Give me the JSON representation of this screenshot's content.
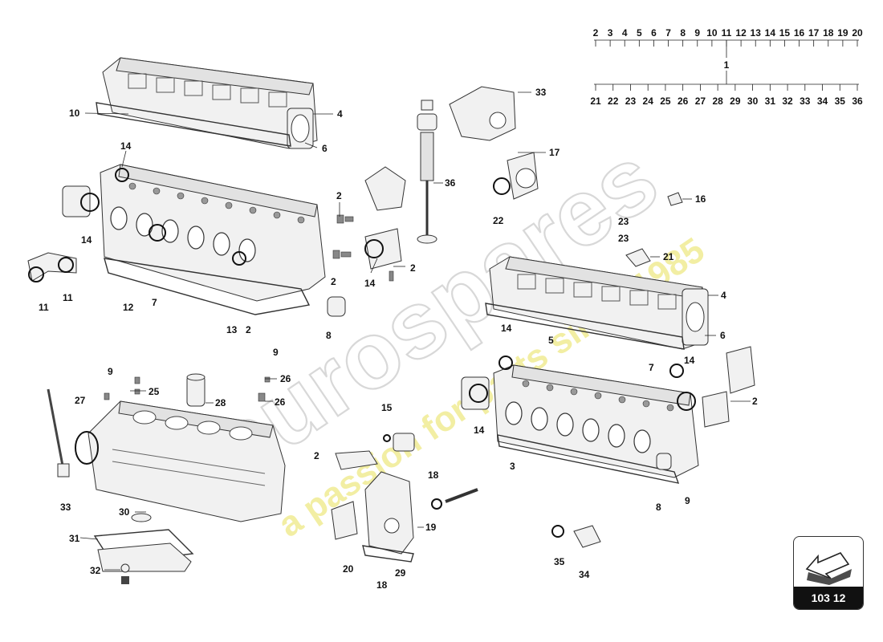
{
  "watermark": {
    "brand": "eurospares",
    "tagline": "a passion for parts since 1985"
  },
  "ruler": {
    "top_numbers": [
      "2",
      "3",
      "4",
      "5",
      "6",
      "7",
      "8",
      "9",
      "10",
      "11",
      "12",
      "13",
      "14",
      "15",
      "16",
      "17",
      "18",
      "19",
      "20"
    ],
    "center_number": "1",
    "bottom_numbers": [
      "21",
      "22",
      "23",
      "24",
      "25",
      "26",
      "27",
      "28",
      "29",
      "30",
      "31",
      "32",
      "33",
      "34",
      "35",
      "36"
    ]
  },
  "nav": {
    "code": "103 12",
    "icon": "back-arrow-icon"
  },
  "callouts": [
    {
      "id": "c-10a",
      "text": "10"
    },
    {
      "id": "c-4a",
      "text": "4"
    },
    {
      "id": "c-6a",
      "text": "6"
    },
    {
      "id": "c-14a",
      "text": "14"
    },
    {
      "id": "c-14b",
      "text": "14"
    },
    {
      "id": "c-11a",
      "text": "11"
    },
    {
      "id": "c-11b",
      "text": "11"
    },
    {
      "id": "c-12a",
      "text": "12"
    },
    {
      "id": "c-7a",
      "text": "7"
    },
    {
      "id": "c-13a",
      "text": "13"
    },
    {
      "id": "c-2a",
      "text": "2"
    },
    {
      "id": "c-9a",
      "text": "9"
    },
    {
      "id": "c-8a",
      "text": "8"
    },
    {
      "id": "c-2b",
      "text": "2"
    },
    {
      "id": "c-2c",
      "text": "2"
    },
    {
      "id": "c-14c",
      "text": "14"
    },
    {
      "id": "c-2d",
      "text": "2"
    },
    {
      "id": "c-36a",
      "text": "36"
    },
    {
      "id": "c-33a",
      "text": "33"
    },
    {
      "id": "c-17a",
      "text": "17"
    },
    {
      "id": "c-22a",
      "text": "22"
    },
    {
      "id": "c-16a",
      "text": "16"
    },
    {
      "id": "c-23a",
      "text": "23"
    },
    {
      "id": "c-23b",
      "text": "23"
    },
    {
      "id": "c-21a",
      "text": "21"
    },
    {
      "id": "c-4b",
      "text": "4"
    },
    {
      "id": "c-5a",
      "text": "5"
    },
    {
      "id": "c-6b",
      "text": "6"
    },
    {
      "id": "c-14d",
      "text": "14"
    },
    {
      "id": "c-7b",
      "text": "7"
    },
    {
      "id": "c-14e",
      "text": "14"
    },
    {
      "id": "c-2e",
      "text": "2"
    },
    {
      "id": "c-14f",
      "text": "14"
    },
    {
      "id": "c-3a",
      "text": "3"
    },
    {
      "id": "c-8b",
      "text": "8"
    },
    {
      "id": "c-9b",
      "text": "9"
    },
    {
      "id": "c-9c",
      "text": "9"
    },
    {
      "id": "c-25a",
      "text": "25"
    },
    {
      "id": "c-26a",
      "text": "26"
    },
    {
      "id": "c-26b",
      "text": "26"
    },
    {
      "id": "c-27a",
      "text": "27"
    },
    {
      "id": "c-28a",
      "text": "28"
    },
    {
      "id": "c-33b",
      "text": "33"
    },
    {
      "id": "c-15a",
      "text": "15"
    },
    {
      "id": "c-2f",
      "text": "2"
    },
    {
      "id": "c-18a",
      "text": "18"
    },
    {
      "id": "c-19a",
      "text": "19"
    },
    {
      "id": "c-30a",
      "text": "30"
    },
    {
      "id": "c-31a",
      "text": "31"
    },
    {
      "id": "c-32a",
      "text": "32"
    },
    {
      "id": "c-20a",
      "text": "20"
    },
    {
      "id": "c-18b",
      "text": "18"
    },
    {
      "id": "c-29a",
      "text": "29"
    },
    {
      "id": "c-35a",
      "text": "35"
    },
    {
      "id": "c-34a",
      "text": "34"
    }
  ]
}
